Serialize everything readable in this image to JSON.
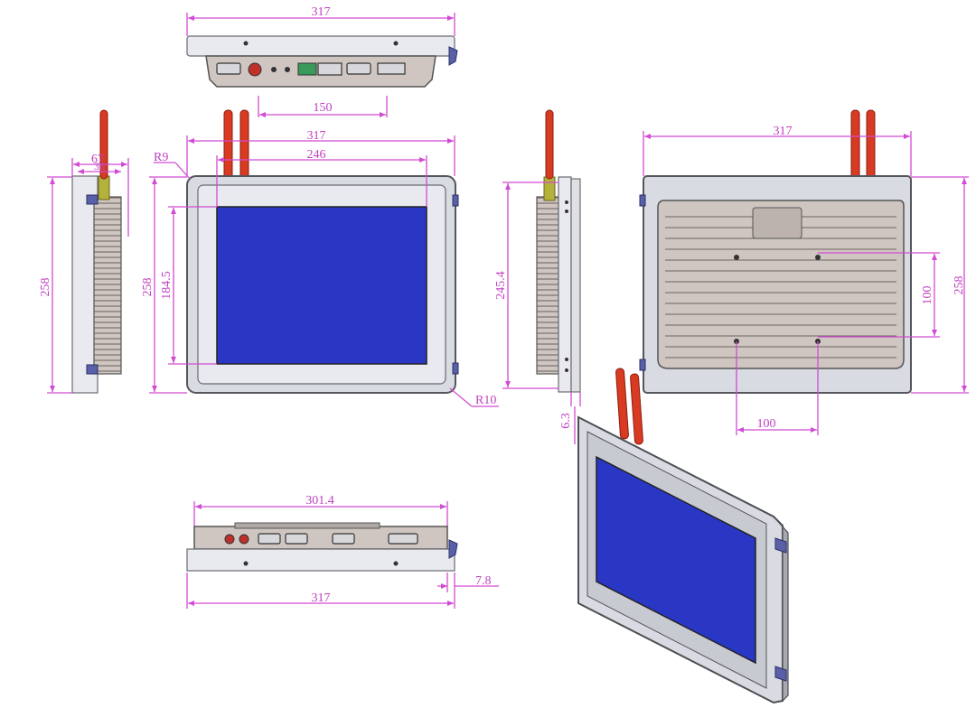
{
  "drawing": {
    "top_view": {
      "width_dim": "317",
      "port_spacing_dim": "150"
    },
    "left_side_view": {
      "height_dim": "258",
      "depth_dim": "67",
      "depth_inner_dim": "38"
    },
    "front_view": {
      "outer_width_dim": "317",
      "screen_width_dim": "246",
      "outer_height_dim": "258",
      "screen_height_dim": "184.5",
      "corner_radius_top": "R9",
      "corner_radius_bottom": "R10"
    },
    "right_side_view": {
      "height_dim": "245.4",
      "bezel_dim": "6.3"
    },
    "rear_view": {
      "width_dim": "317",
      "height_dim": "258",
      "vesa_vertical_dim": "100",
      "vesa_horizontal_dim": "100"
    },
    "bottom_view": {
      "inner_width_dim": "301.4",
      "width_dim": "317",
      "thickness_dim": "7.8"
    }
  },
  "colors": {
    "dimension": "#d24bd2",
    "screen": "#2a36c4",
    "antenna": "#d83a22",
    "frame": "#d9dbe2",
    "heatsink": "#cfc6c1",
    "mount_clip": "#5960a8"
  }
}
